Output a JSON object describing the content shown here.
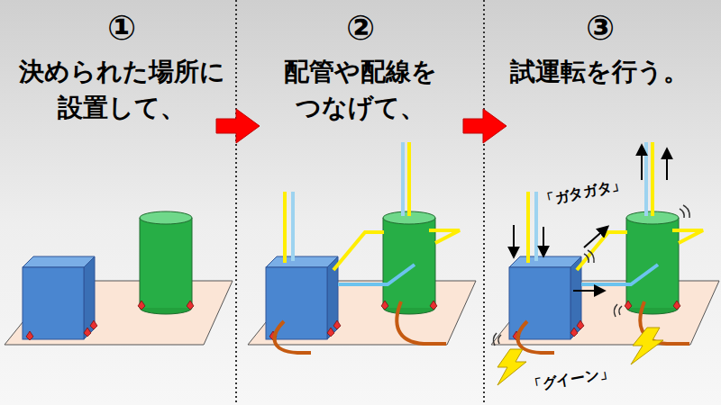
{
  "diagram": {
    "labels": [
      "①",
      "決められた場所に 設置して、",
      "②",
      "配管や配線を つなげて、",
      "③",
      "試運転を行う。",
      "「ガタガタ」",
      "「グイーン」"
    ]
  }
}
